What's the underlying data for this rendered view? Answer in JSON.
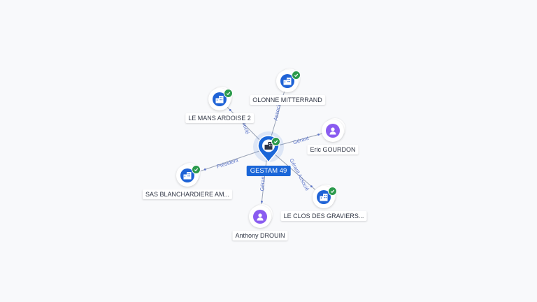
{
  "center": {
    "name": "GESTAM 49",
    "icon": "building-icon",
    "verified": true
  },
  "nodes": [
    {
      "id": "olonne",
      "name": "OLONNE MITTERRAND",
      "kind": "company",
      "icon": "building-icon",
      "verified": true
    },
    {
      "id": "lemans",
      "name": "LE MANS ARDOISE 2",
      "kind": "company",
      "icon": "building-icon",
      "verified": true
    },
    {
      "id": "eric",
      "name": "Eric GOURDON",
      "kind": "person",
      "icon": "person-icon",
      "verified": false
    },
    {
      "id": "sas",
      "name": "SAS BLANCHARDIERE AM...",
      "kind": "company",
      "icon": "building-icon",
      "verified": true
    },
    {
      "id": "clos",
      "name": "LE CLOS DES GRAVIERS...",
      "kind": "company",
      "icon": "building-icon",
      "verified": true
    },
    {
      "id": "anthony",
      "name": "Anthony DROUIN",
      "kind": "person",
      "icon": "person-icon",
      "verified": false
    }
  ],
  "edges": [
    {
      "to": "olonne",
      "label": "Associé"
    },
    {
      "to": "lemans",
      "label": "Associé"
    },
    {
      "to": "eric",
      "label": "Gérant"
    },
    {
      "to": "sas",
      "label": "Président"
    },
    {
      "to": "clos",
      "label": "Gérant Associé"
    },
    {
      "to": "anthony",
      "label": "Gérant"
    }
  ],
  "colors": {
    "company": "#1f63d6",
    "person": "#8a5cf0",
    "verified": "#2b9a4c",
    "edge": "#9aa3b5",
    "edge_label": "#5a73c9"
  }
}
